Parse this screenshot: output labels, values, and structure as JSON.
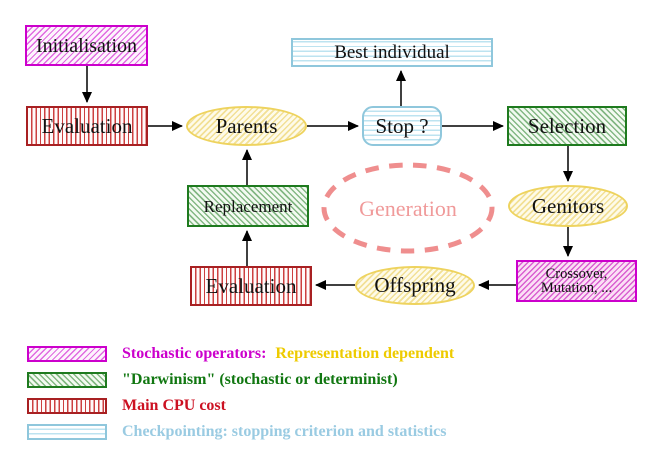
{
  "diagram": {
    "title_implicit": "Evolutionary algorithm cycle",
    "nodes": {
      "initialisation": {
        "label": "Initialisation",
        "style": "stochastic-operator-magenta-hatch"
      },
      "evaluation_top": {
        "label": "Evaluation",
        "style": "cpu-cost-red-stripes"
      },
      "parents": {
        "label": "Parents",
        "style": "population-yellow-ellipse"
      },
      "best_individual": {
        "label": "Best individual",
        "style": "checkpointing-cyan-stripes"
      },
      "stop": {
        "label": "Stop ?",
        "style": "checkpointing-cyan-stripes-rounded"
      },
      "selection": {
        "label": "Selection",
        "style": "darwinism-green-hatch"
      },
      "genitors": {
        "label": "Genitors",
        "style": "population-yellow-ellipse"
      },
      "crossover_mutation": {
        "line1": "Crossover,",
        "line2": "Mutation, ...",
        "style": "stochastic-operator-magenta-hatch"
      },
      "offspring": {
        "label": "Offspring",
        "style": "population-yellow-ellipse"
      },
      "evaluation_bottom": {
        "label": "Evaluation",
        "style": "cpu-cost-red-stripes"
      },
      "replacement": {
        "label": "Replacement",
        "style": "darwinism-green-hatch"
      },
      "generation": {
        "label": "Generation",
        "style": "dashed-salmon-ellipse"
      }
    },
    "edges": [
      "Initialisation -> Evaluation",
      "Evaluation -> Parents",
      "Parents -> Stop ?",
      "Stop ? -> Best individual",
      "Stop ? -> Selection",
      "Selection -> Genitors",
      "Genitors -> Crossover, Mutation, ...",
      "Crossover, Mutation, ... -> Offspring",
      "Offspring -> Evaluation",
      "Evaluation -> Replacement",
      "Replacement -> Parents"
    ]
  },
  "legend": {
    "items": [
      {
        "swatch": "magenta-diagonal-hatch",
        "text": "Stochastic operators:",
        "text2": "Representation dependent",
        "text_color": "#cc00cc",
        "text2_color": "#eecb00"
      },
      {
        "swatch": "green-diagonal-hatch",
        "text": "\"Darwinism\" (stochastic or determinist)",
        "text_color": "#117711"
      },
      {
        "swatch": "red-vertical-stripes",
        "text": "Main CPU cost",
        "text_color": "#cc1122"
      },
      {
        "swatch": "cyan-horizontal-stripes",
        "text": "Checkpointing: stopping criterion and statistics",
        "text_color": "#9acbe2"
      }
    ]
  },
  "colors": {
    "magenta_border": "#cc00cc",
    "red_border": "#a82022",
    "green_border": "#1e7a1e",
    "cyan_border": "#8fc7dc",
    "yellow_border": "#eed35e",
    "salmon_dashed": "#ef8e8e",
    "arrow": "#000000",
    "background": "#ffffff"
  }
}
